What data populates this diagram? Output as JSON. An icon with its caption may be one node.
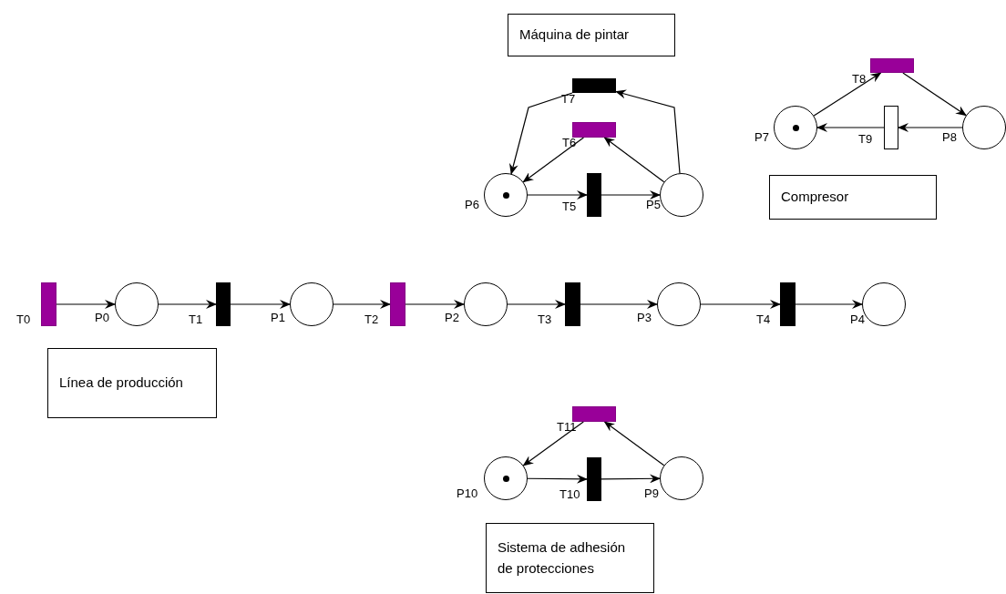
{
  "diagram": {
    "nodes": [
      {
        "text": [
          "Máquina de pintar"
        ]
      },
      {
        "text": [],
        "shape": "bar",
        "beside": [
          "T7"
        ]
      },
      {
        "text": [],
        "shape": "bar",
        "beside": [
          "T6"
        ]
      },
      {
        "text": [],
        "shape": "circle",
        "beside": [
          "P6"
        ]
      },
      {
        "text": [],
        "shape": "bar",
        "beside": [
          "T5"
        ]
      },
      {
        "text": [],
        "shape": "circle",
        "beside": [
          "P5"
        ]
      },
      {
        "text": [],
        "shape": "bar",
        "beside": [
          "T8"
        ]
      },
      {
        "text": [],
        "shape": "circle",
        "beside": [
          "P7"
        ]
      },
      {
        "text": [],
        "shape": "bar",
        "beside": [
          "T9"
        ]
      },
      {
        "text": [],
        "shape": "circle",
        "beside": [
          "P8"
        ]
      },
      {
        "text": [
          "Compresor"
        ]
      },
      {
        "text": [],
        "shape": "bar",
        "beside": [
          "T0"
        ]
      },
      {
        "text": [],
        "shape": "circle",
        "beside": [
          "P0"
        ]
      },
      {
        "text": [],
        "shape": "bar",
        "beside": [
          "T1"
        ]
      },
      {
        "text": [],
        "shape": "circle",
        "beside": [
          "P1"
        ]
      },
      {
        "text": [],
        "shape": "bar",
        "beside": [
          "T2"
        ]
      },
      {
        "text": [],
        "shape": "circle",
        "beside": [
          "P2"
        ]
      },
      {
        "text": [],
        "shape": "bar",
        "beside": [
          "T3"
        ]
      },
      {
        "text": [],
        "shape": "circle",
        "beside": [
          "P3"
        ]
      },
      {
        "text": [],
        "shape": "bar",
        "beside": [
          "T4"
        ]
      },
      {
        "text": [],
        "shape": "circle",
        "beside": [
          "P4"
        ]
      },
      {
        "text": [
          "Línea de producción"
        ]
      },
      {
        "text": [],
        "shape": "bar",
        "beside": [
          "T11"
        ]
      },
      {
        "text": [],
        "shape": "circle",
        "beside": [
          "P10"
        ]
      },
      {
        "text": [],
        "shape": "bar",
        "beside": [
          "T10"
        ]
      },
      {
        "text": [],
        "shape": "circle",
        "beside": [
          "P9"
        ]
      },
      {
        "text": [
          "Sistema de adhesión de protecciones"
        ]
      }
    ],
    "edges": [
      {
        "from": 3,
        "to": 4,
        "arrow": "to"
      },
      {
        "from": 4,
        "to": 5,
        "arrow": "to"
      },
      {
        "from": 5,
        "to": 2,
        "arrow": "to"
      },
      {
        "from": 2,
        "to": 3,
        "arrow": "to"
      },
      {
        "from": 5,
        "to": 1,
        "arrow": "to"
      },
      {
        "from": 1,
        "to": 3,
        "arrow": "to"
      },
      {
        "from": 7,
        "to": 6,
        "arrow": "to"
      },
      {
        "from": 6,
        "to": 9,
        "arrow": "to"
      },
      {
        "from": 9,
        "to": 8,
        "arrow": "to"
      },
      {
        "from": 8,
        "to": 7,
        "arrow": "to"
      },
      {
        "from": 11,
        "to": 12,
        "arrow": "to"
      },
      {
        "from": 12,
        "to": 13,
        "arrow": "to"
      },
      {
        "from": 13,
        "to": 14,
        "arrow": "to"
      },
      {
        "from": 14,
        "to": 15,
        "arrow": "to"
      },
      {
        "from": 15,
        "to": 16,
        "arrow": "to"
      },
      {
        "from": 16,
        "to": 17,
        "arrow": "to"
      },
      {
        "from": 17,
        "to": 18,
        "arrow": "to"
      },
      {
        "from": 18,
        "to": 19,
        "arrow": "to"
      },
      {
        "from": 19,
        "to": 20,
        "arrow": "to"
      },
      {
        "from": 23,
        "to": 24,
        "arrow": "to"
      },
      {
        "from": 24,
        "to": 25,
        "arrow": "to"
      },
      {
        "from": 25,
        "to": 22,
        "arrow": "to"
      },
      {
        "from": 22,
        "to": 23,
        "arrow": "to"
      }
    ]
  }
}
